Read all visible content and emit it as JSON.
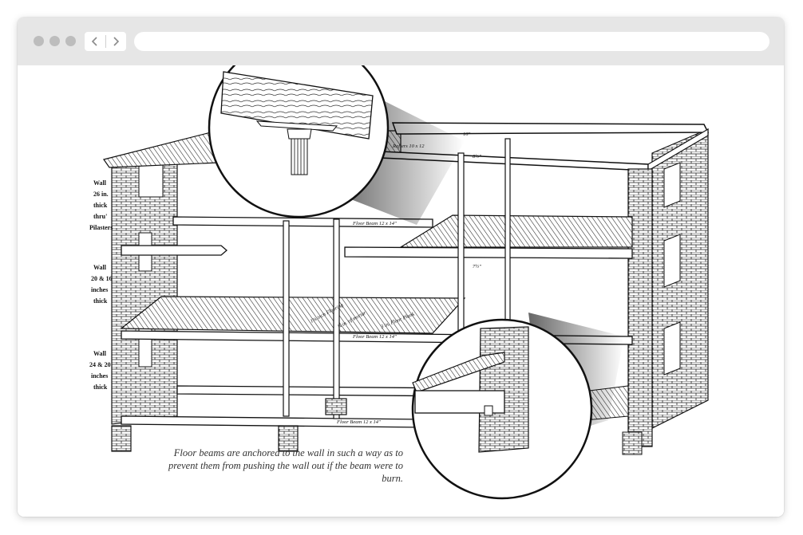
{
  "browser": {
    "back_icon": "chevron-left-icon",
    "forward_icon": "chevron-right-icon",
    "url": ""
  },
  "figure": {
    "wall_labels": [
      {
        "lines": [
          "Wall",
          "26 in.",
          "thick",
          "thru'",
          "Pilasters"
        ]
      },
      {
        "lines": [
          "Wall",
          "20 & 16",
          "inches",
          "thick"
        ]
      },
      {
        "lines": [
          "Wall",
          "24 & 20",
          "inches",
          "thick"
        ]
      }
    ],
    "beam_labels": {
      "rafters": "Rafters 10 x 12",
      "rafter_dim": "10\"",
      "top_post": "8½\"",
      "floor_beam_upper": "Floor Beam 12 x 14\"",
      "post_mid": "7½\"",
      "flooring": "1¾ inch Flooring",
      "mortar": "¾ in. of mortar",
      "plank": "3 in. Floor Plank",
      "floor_beam_middle": "Floor Beam 12 x 14\"",
      "floor_beam_lower": "Floor Beam 12 x 14\""
    },
    "caption": "Floor beams are anchored to the wall in such a way as to prevent them from pushing the wall out if the beam were to burn."
  }
}
